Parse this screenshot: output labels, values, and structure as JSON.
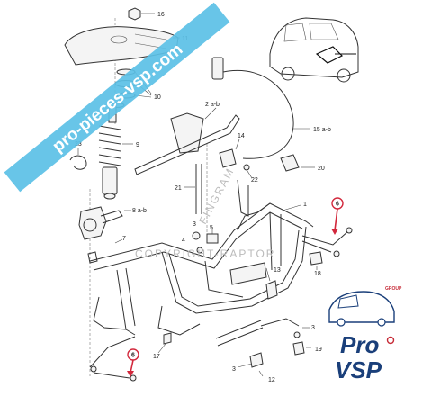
{
  "watermark": {
    "text": "pro-pieces-vsp.com",
    "band_color": "#5bc0e6"
  },
  "faint_marks": {
    "diagonal": "FINGRAM",
    "horizontal": "COPYRIGHT-RAPTOR"
  },
  "logo": {
    "word1": "Pro",
    "word2": "VSP",
    "group": "GROUP",
    "primary_color": "#1a3f7a",
    "accent_color": "#c62a36"
  },
  "highlight_color": "#d2283c",
  "callouts": {
    "c16": "16",
    "c11": "11",
    "c10": "10",
    "c23": "23",
    "c9": "9",
    "c2ab": "2 a-b",
    "c15ab": "15 a-b",
    "c14": "14",
    "c20": "20",
    "c21": "21",
    "c22": "22",
    "c8ab": "8 a-b",
    "c1": "1",
    "c3a": "3",
    "c4": "4",
    "c5": "5",
    "c7": "7",
    "c13": "13",
    "c18": "18",
    "c6a": "6",
    "c6b": "6",
    "c17": "17",
    "c3b": "3",
    "c19": "19",
    "c3c": "3",
    "c12": "12"
  }
}
